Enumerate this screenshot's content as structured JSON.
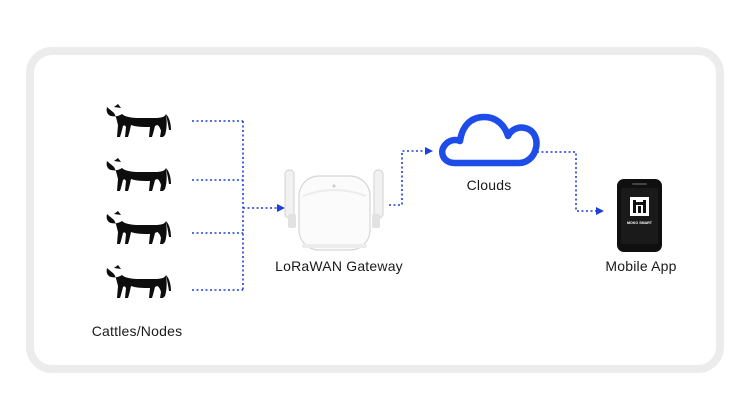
{
  "labels": {
    "nodes": "Cattles/Nodes",
    "gateway": "LoRaWAN Gateway",
    "cloud": "Clouds",
    "app": "Mobile App"
  },
  "phone_screen_text": "MOKO SMART",
  "icons": {
    "node": "cow-icon",
    "gateway": "lorawan-gateway-icon",
    "cloud": "cloud-icon",
    "app": "smartphone-icon"
  },
  "colors": {
    "connector": "#1d3fe0",
    "cloud_stroke": "#1d4ce8",
    "frame": "#ececec",
    "cow": "#0d0d0d"
  }
}
